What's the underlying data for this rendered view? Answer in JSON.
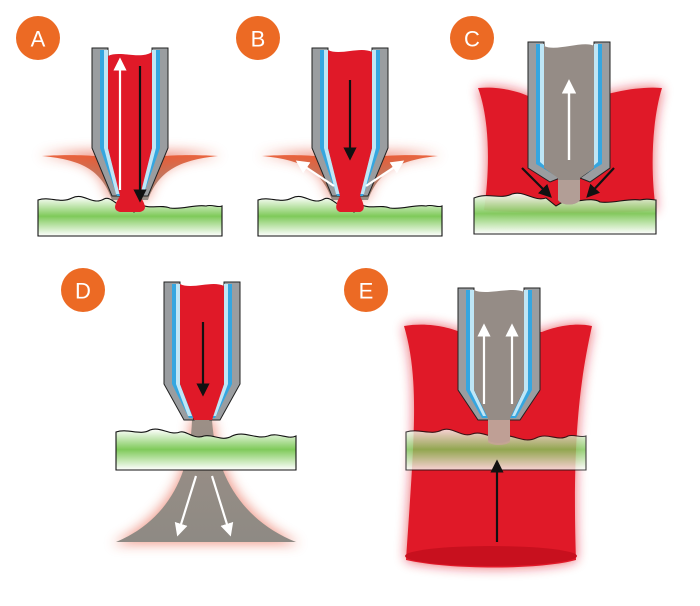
{
  "panels": [
    {
      "id": "A",
      "label": "A"
    },
    {
      "id": "B",
      "label": "B"
    },
    {
      "id": "C",
      "label": "C"
    },
    {
      "id": "D",
      "label": "D"
    },
    {
      "id": "E",
      "label": "E"
    }
  ],
  "colors": {
    "badge": "#ec6a24",
    "liquid_red": "#e01928",
    "sample_green": "#6cbf4a",
    "gas_grey": "#8f8a83",
    "nozzle_steel": "#9a9da0",
    "nozzle_blue": "#35a6e0",
    "nozzle_inner_blue": "#bfe6f6"
  }
}
